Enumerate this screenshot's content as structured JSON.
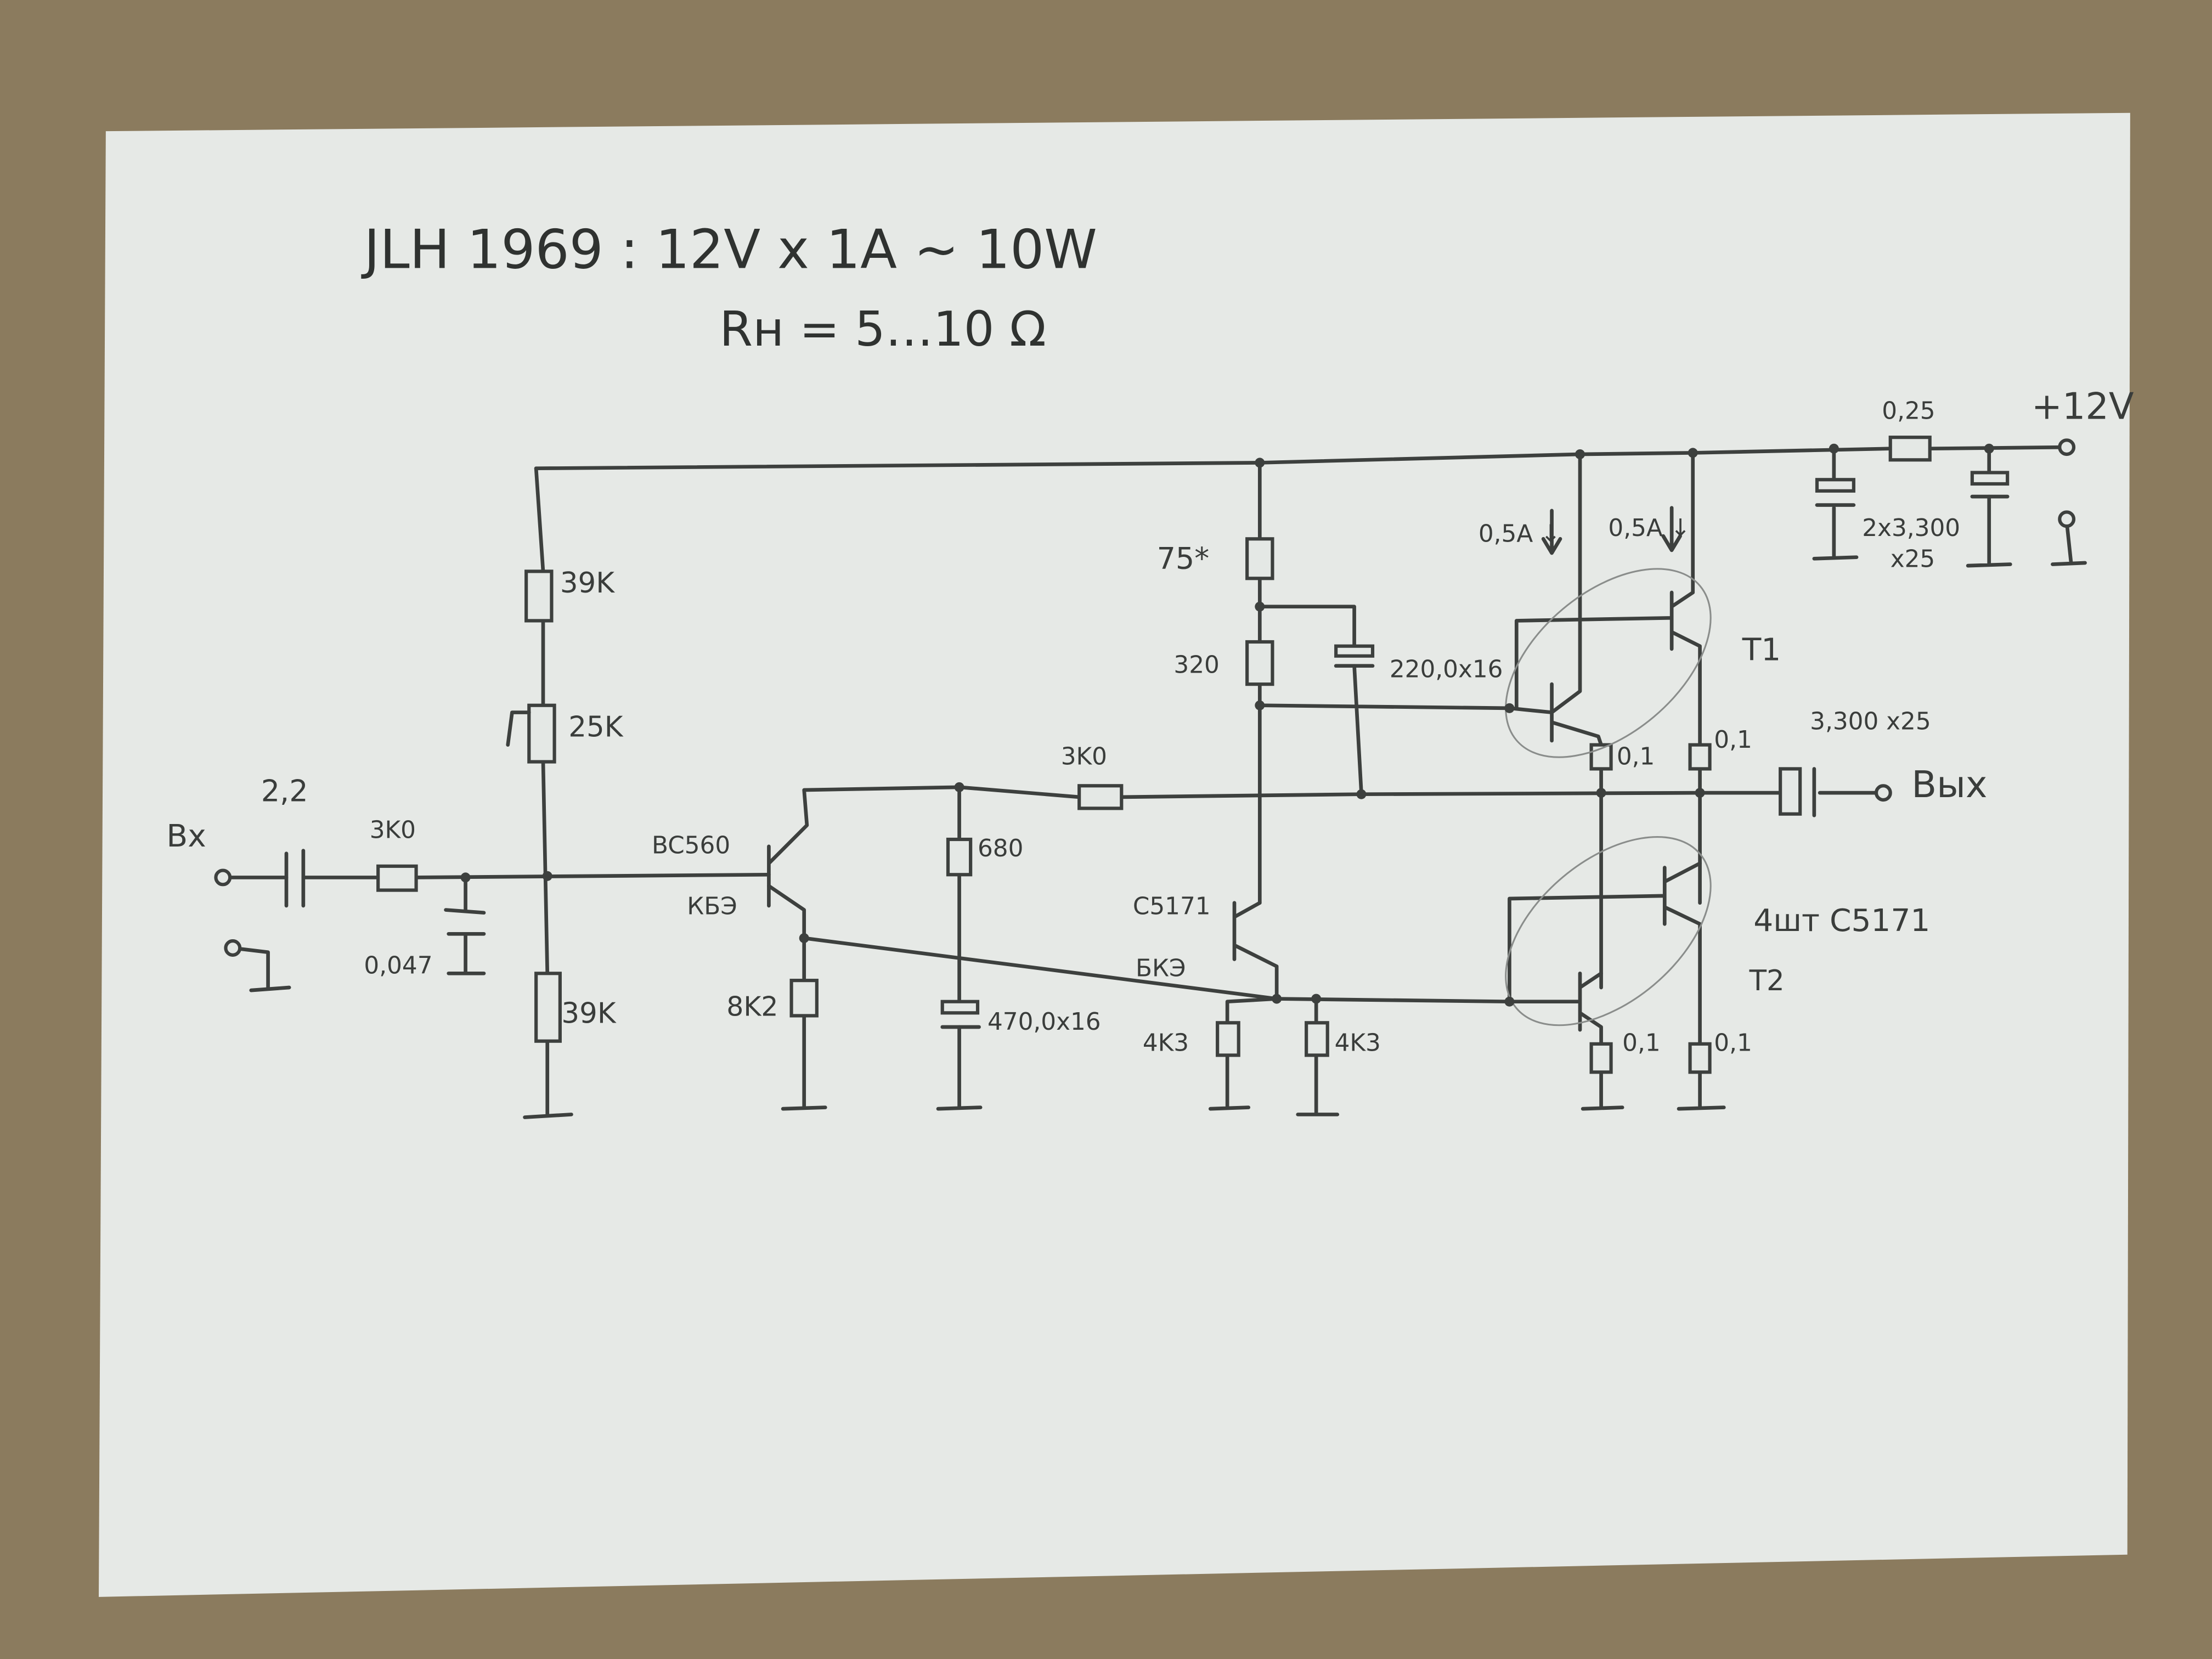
{
  "title": "JLH 1969 : 12V x 1A ~ 10W",
  "subtitle": "Rн = 5…10 Ω",
  "colors": {
    "paper": "#e6e9e6",
    "ink": "#3d403e",
    "table": "#8b7b5e"
  },
  "labels": {
    "input": "Вх",
    "output": "Вых",
    "supply": "+12V",
    "c_in": "2,2",
    "r_in": "3K0",
    "c_filter_in": "0,047",
    "r_bias_top": "39K",
    "pot_bias": "25K",
    "r_bias_bottom": "39K",
    "q1_type": "BC560",
    "q1_pins": "КБЭ",
    "r_emitter_q1": "8K2",
    "r_fb": "3K0",
    "r_fb_shunt": "680",
    "c_fb": "470,0x16",
    "r_75": "75*",
    "r_320": "320",
    "c_bootstrap": "220,0x16",
    "q2_type": "C5171",
    "q2_pins": "БКЭ",
    "r_4k3_left": "4K3",
    "r_4k3_right": "4K3",
    "current_left": "0,5A ↓",
    "current_right": "0,5A ↓",
    "t1": "T1",
    "t2": "T2",
    "out_transistors": "4шт C5171",
    "r_e1": "0,1",
    "r_e2": "0,1",
    "r_e3": "0,1",
    "r_e4": "0,1",
    "c_out": "3,300 x25",
    "r_supply": "0,25",
    "c_supply": "2x3,300",
    "c_supply_v": "x25"
  }
}
